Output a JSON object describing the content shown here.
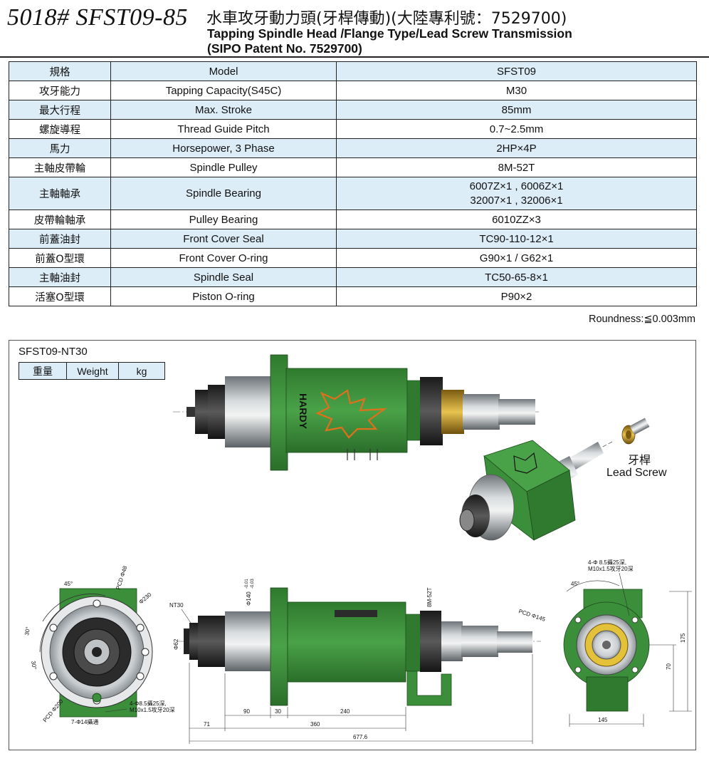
{
  "header": {
    "model_code": "5018# SFST09-85",
    "title_zh": "水車攻牙動力頭(牙桿傳動)(大陸專利號：7529700)",
    "title_en_line1": "Tapping Spindle Head /Flange Type/Lead Screw Transmission",
    "title_en_line2": "(SIPO Patent No. 7529700)"
  },
  "spec_table": {
    "header": {
      "zh": "規格",
      "en": "Model",
      "value": "SFST09"
    },
    "rows": [
      {
        "zh": "攻牙能力",
        "en": "Tapping Capacity(S45C)",
        "value": "M30"
      },
      {
        "zh": "最大行程",
        "en": "Max. Stroke",
        "value": "85mm"
      },
      {
        "zh": "螺旋導程",
        "en": "Thread Guide Pitch",
        "value": "0.7~2.5mm"
      },
      {
        "zh": "馬力",
        "en": "Horsepower, 3 Phase",
        "value": "2HP×4P"
      },
      {
        "zh": "主軸皮帶輪",
        "en": "Spindle Pulley",
        "value": "8M-52T"
      },
      {
        "zh": "主軸軸承",
        "en": "Spindle Bearing",
        "value_line1": "6007Z×1 , 6006Z×1",
        "value_line2": "32007×1 , 32006×1"
      },
      {
        "zh": "皮帶輪軸承",
        "en": "Pulley Bearing",
        "value": "6010ZZ×3"
      },
      {
        "zh": "前蓋油封",
        "en": "Front Cover Seal",
        "value": "TC90-110-12×1"
      },
      {
        "zh": "前蓋O型環",
        "en": "Front Cover O-ring",
        "value": "G90×1 / G62×1"
      },
      {
        "zh": "主軸油封",
        "en": "Spindle Seal",
        "value": "TC50-65-8×1"
      },
      {
        "zh": "活塞O型環",
        "en": "Piston O-ring",
        "value": "P90×2"
      }
    ]
  },
  "roundness": "Roundness:≦0.003mm",
  "drawing": {
    "variant": "SFST09-NT30",
    "weight": {
      "zh": "重量",
      "en": "Weight",
      "unit": "kg"
    },
    "brand": "HARDY",
    "lead_screw": {
      "zh": "牙桿",
      "en": "Lead Screw"
    },
    "front_view": {
      "angle_top": "45°",
      "pcd_48": "PCD Φ48",
      "dia_230": "Φ230",
      "angle_left": "30°",
      "angle_left2": "30°",
      "pcd_200": "PCD Φ200",
      "holes_line1": "4-Φ8.5攝25深,",
      "holes_line2": "M10x1.5攻牙20深",
      "through": "7-Φ14攝通"
    },
    "side_view": {
      "nt30": "NT30",
      "dia_140": "Φ140",
      "tol_top": "-0.01",
      "tol_bot": "-0.03",
      "dia_62": "Φ62",
      "pulley": "8M-52T",
      "dim_90": "90",
      "dim_30": "30",
      "dim_240": "240",
      "dim_71": "71",
      "dim_360": "360",
      "dim_677": "677.6"
    },
    "rear_view": {
      "holes_line1": "4-Φ 8.5攝25深,",
      "holes_line2": "M10x1.5攻牙20深",
      "angle": "45°",
      "pcd_145": "PCD Φ145",
      "dim_175": "175",
      "dim_70": "70",
      "dim_145": "145"
    }
  },
  "colors": {
    "housing_green": "#3c8f3a",
    "table_blue": "#dcedf8",
    "steel": "#9aa0a4",
    "leaf_orange": "#e0701c"
  }
}
